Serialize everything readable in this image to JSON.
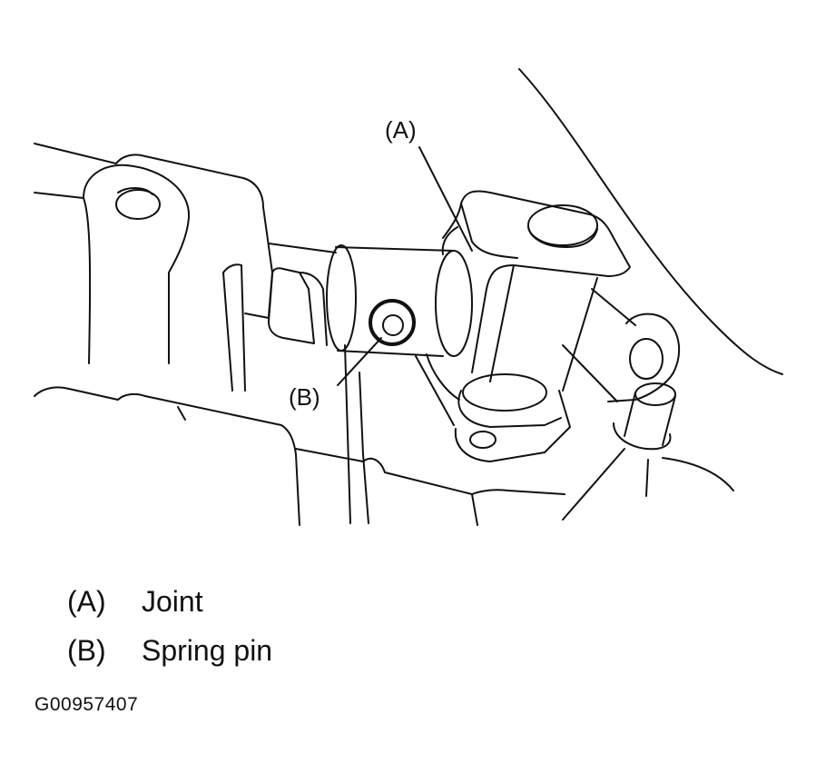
{
  "callouts": {
    "a": "(A)",
    "b": "(B)"
  },
  "legend": [
    {
      "key": "(A)",
      "desc": "Joint"
    },
    {
      "key": "(B)",
      "desc": "Spring pin"
    }
  ],
  "figure_code": "G00957407"
}
